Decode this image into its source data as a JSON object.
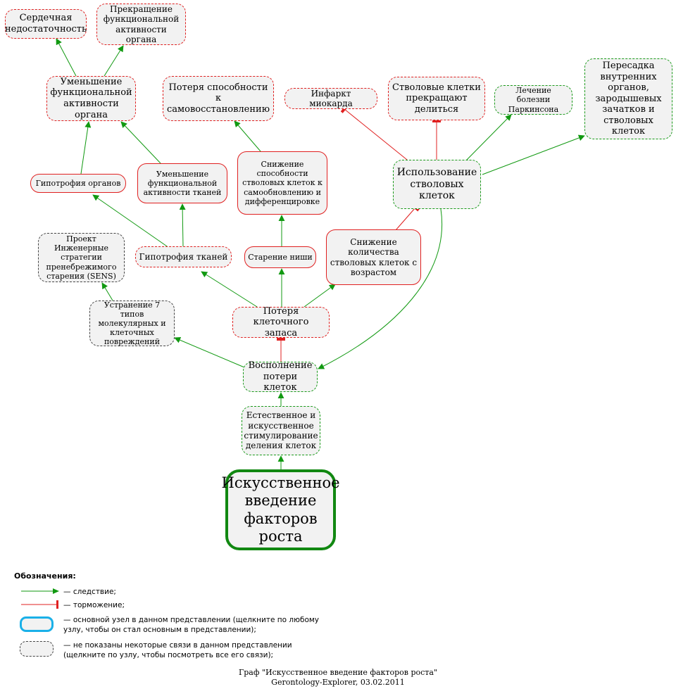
{
  "nodes": {
    "heart_failure": "Сердечная недостаточность",
    "stop_function": "Прекращение функциональной активности органа",
    "reduce_organ": "Уменьшение функциональной активности органа",
    "lose_regen": "Потеря способности к самовосстановлению",
    "infarction": "Инфаркт миокарда",
    "stem_stop": "Стволовые клетки прекращают делиться",
    "parkinson": "Лечение болезни Паркинсона",
    "transplant": "Пересадка внутренних органов, зародышевых зачатков и стволовых клеток",
    "organ_hypo": "Гипотрофия органов",
    "reduce_tissue": "Уменьшение функциональной активности тканей",
    "reduce_stem_ability": "Снижение способности стволовых клеток к самообновлению и дифференцировке",
    "use_stem": "Использование стволовых клеток",
    "sens": "Проект Инженерные стратегии пренебрежимого старения (SENS)",
    "tissue_hypo": "Гипотрофия тканей",
    "niche_aging": "Старение ниши",
    "stem_decline": "Снижение количества стволовых клеток с возрастом",
    "fix_damage": "Устранение 7 типов молекулярных и клеточных повреждений",
    "cell_loss": "Потеря клеточного запаса",
    "replenish": "Восполнение потери клеток",
    "stimulation": "Естественное и искусственное стимулирование деления клеток",
    "growth_factors": "Искусственное введение факторов роста"
  },
  "legend": {
    "title": "Обозначения:",
    "consequence": "— следствие;",
    "inhibition": "— торможение;",
    "main_node_1": "— основной узел в данном представлении (щелкните по любому",
    "main_node_2": "узлу, чтобы он стал основным в представлении);",
    "hidden_links_1": "— не показаны некоторые связи в данном представлении",
    "hidden_links_2": "(щелкните по узлу, чтобы посмотреть все его связи);"
  },
  "caption": {
    "line1": "Граф \"Искусственное введение факторов роста\"",
    "line2": "Gerontology-Explorer, 03.02.2011"
  },
  "colors": {
    "consequence": "#119911",
    "inhibition": "#e02020",
    "main_node_legend": "#1ab0e8",
    "node_fill": "#f2f2f2"
  }
}
